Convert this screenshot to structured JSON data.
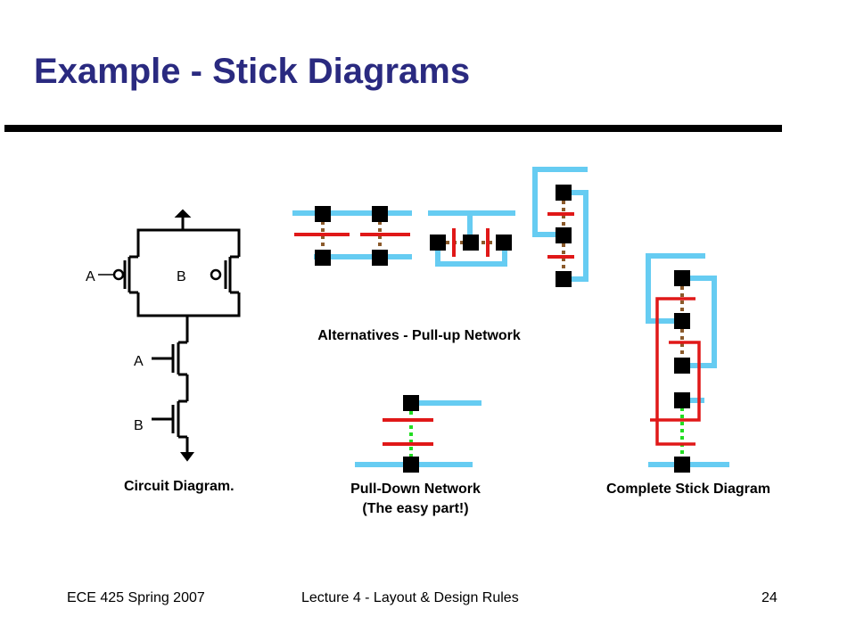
{
  "title": "Example - Stick Diagrams",
  "circuit": {
    "caption": "Circuit Diagram.",
    "pmos_left_label": "A",
    "pmos_right_label": "B",
    "nmos_top_label": "A",
    "nmos_bottom_label": "B"
  },
  "pullup": {
    "caption": "Alternatives - Pull-up Network"
  },
  "pulldown": {
    "caption_line1": "Pull-Down Network",
    "caption_line2": "(The easy part!)"
  },
  "complete": {
    "caption": "Complete Stick Diagram"
  },
  "footer": {
    "course": "ECE 425 Spring 2007",
    "lecture": "Lecture 4 - Layout & Design Rules",
    "page": "24"
  },
  "colors": {
    "title": "#2a2a80",
    "metal": "#66ccf2",
    "poly": "#e01818",
    "p_diffusion": "#8b5a2b",
    "n_diffusion": "#22dd22",
    "contact": "#000000"
  }
}
